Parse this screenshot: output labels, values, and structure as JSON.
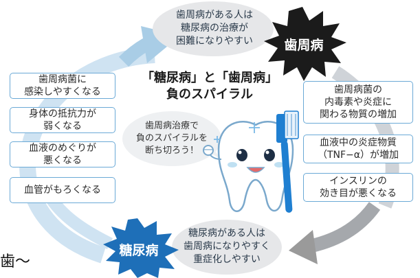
{
  "top_bubble": {
    "line1": "歯周病がある人は",
    "line2": "糖尿病の治療が",
    "line3": "困難になりやすい"
  },
  "bottom_bubble": {
    "line1": "糖尿病がある人は",
    "line2": "歯周病になりやすく",
    "line3": "重症化しやすい"
  },
  "badges": {
    "periodontal": "歯周病",
    "diabetes": "糖尿病"
  },
  "title": {
    "line1": "「糖尿病」と「歯周病」",
    "line2": "負のスパイラル"
  },
  "left_boxes": [
    {
      "line1": "歯周病菌に",
      "line2": "感染しやすくなる"
    },
    {
      "line1": "身体の抵抗力が",
      "line2": "弱くなる"
    },
    {
      "line1": "血液のめぐりが",
      "line2": "悪くなる"
    },
    {
      "line1": "血管がもろくなる",
      "line2": ""
    }
  ],
  "right_boxes": [
    {
      "line1": "歯周病菌の",
      "line2": "内毒素や炎症に",
      "line3": "関わる物質の増加"
    },
    {
      "line1": "血液中の炎症物質",
      "line2": "（TNF−α）が増加",
      "line3": ""
    },
    {
      "line1": "インスリンの",
      "line2": "効き目が悪くなる",
      "line3": ""
    }
  ],
  "speech_cloud": {
    "line1": "歯周病治療で",
    "line2": "負のスパイラルを",
    "line3": "断ち切ろう！"
  },
  "edge_text": "歯〜",
  "colors": {
    "arrow": "#a9cde6",
    "arrow_gray": "#9a9a9a",
    "box_border": "#6aa9d6",
    "badge_fill": "#1b1b1b",
    "badge_blue": "#1e6fb8",
    "bubble_fill": "#e6e7e9",
    "toothbrush": "#1f7fd1"
  }
}
